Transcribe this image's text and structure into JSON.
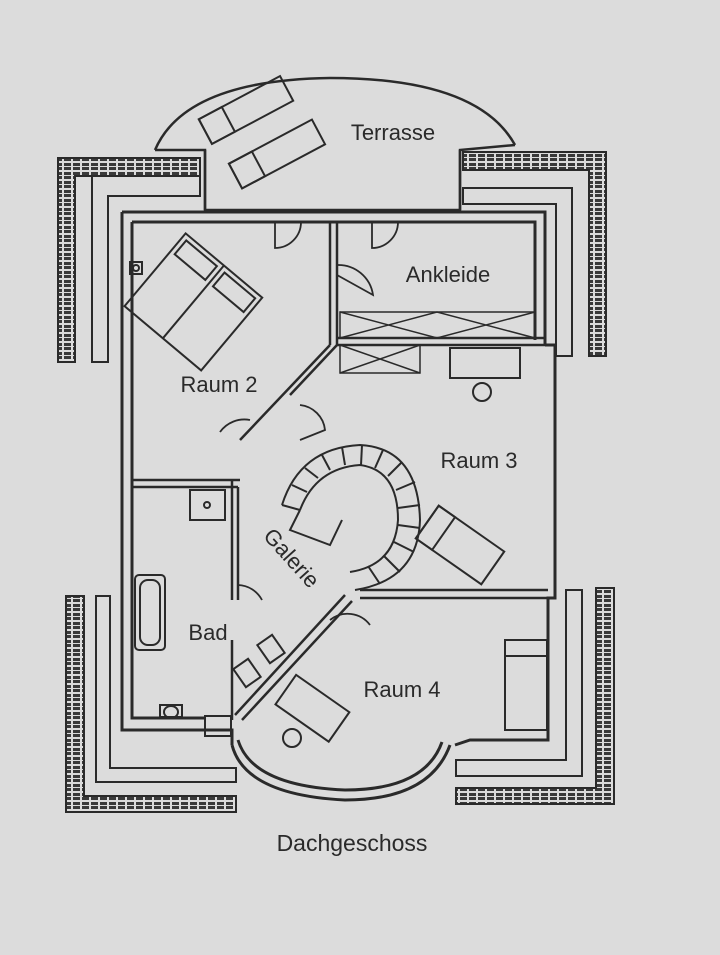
{
  "rooms": {
    "terrasse": "Terrasse",
    "ankleide": "Ankleide",
    "raum2": "Raum 2",
    "raum3": "Raum 3",
    "galerie": "Galerie",
    "bad": "Bad",
    "raum4": "Raum 4"
  },
  "caption": "Dachgeschoss",
  "colors": {
    "paper": "#dcdcdc",
    "ink": "#2a2a2a"
  }
}
